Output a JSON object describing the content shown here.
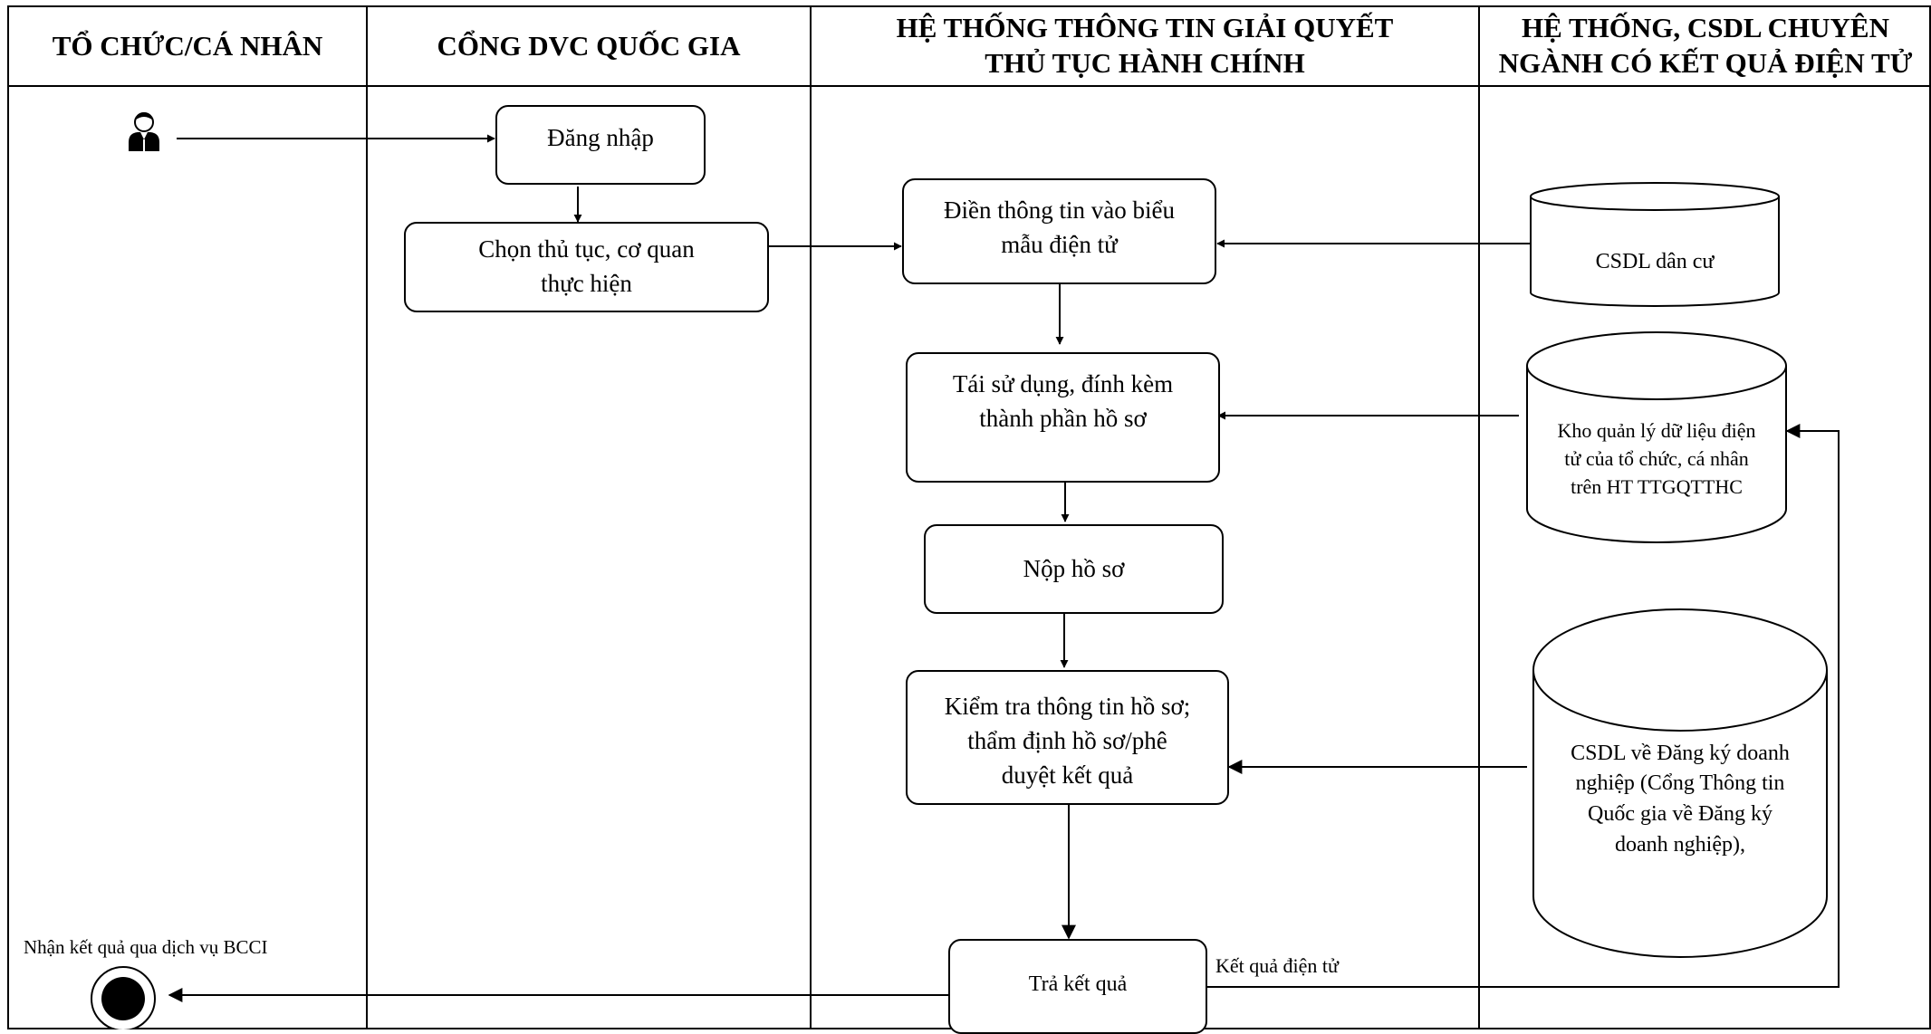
{
  "lanes": [
    {
      "title": "TỔ CHỨC/CÁ NHÂN"
    },
    {
      "title": "CỔNG DVC QUỐC GIA"
    },
    {
      "title": "HỆ THỐNG THÔNG TIN GIẢI QUYẾT\nTHỦ TỤC HÀNH CHÍNH"
    },
    {
      "title": "HỆ THỐNG, CSDL CHUYÊN\nNGÀNH CÓ KẾT QUẢ ĐIỆN TỬ"
    }
  ],
  "actor": {
    "icon": "user-icon"
  },
  "nodes": {
    "login": "Đăng nhập",
    "choose": "Chọn thủ tục, cơ quan\nthực hiện",
    "fill": "Điền thông tin vào biểu\nmẫu điện tử",
    "reuse": "Tái sử dụng, đính kèm\nthành phần hồ sơ",
    "submit": "Nộp hồ sơ",
    "check": "Kiểm tra thông tin hồ sơ;\nthẩm định hồ sơ/phê\nduyệt kết quả",
    "result": "Trả kết quả"
  },
  "databases": {
    "population": "CSDL dân cư",
    "storage": "Kho quản lý dữ liệu điện\ntử của tổ chức, cá nhân\ntrên HT TTGQTTHC",
    "business": "CSDL về Đăng ký doanh\nnghiệp (Cổng Thông tin\nQuốc gia về Đăng ký\ndoanh nghiệp),"
  },
  "labels": {
    "receive": "Nhận kết quả qua dịch vụ BCCI",
    "electronic_result": "Kết quả điện tử"
  },
  "end": {
    "icon": "final-state-icon"
  }
}
